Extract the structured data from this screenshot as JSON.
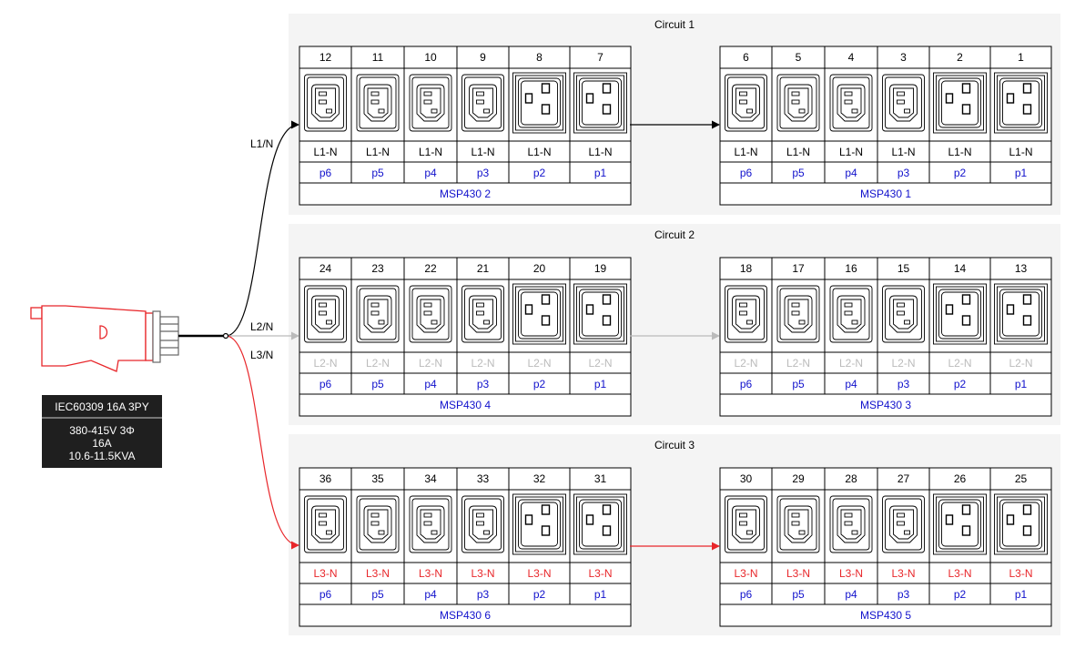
{
  "plug": {
    "title": "IEC60309 16A 3PY",
    "specs": [
      "380-415V 3Φ",
      "16A",
      "10.6-11.5KVA"
    ],
    "color": "#e8262a"
  },
  "lines": [
    {
      "label": "L1/N",
      "color": "#000000"
    },
    {
      "label": "L2/N",
      "color": "#bbbbbb"
    },
    {
      "label": "L3/N",
      "color": "#e8262a"
    }
  ],
  "port_color": "#1111cc",
  "circuits": [
    {
      "title": "Circuit 1",
      "phase_label": "L1-N",
      "phase_color": "#000000",
      "wire_color": "#000000",
      "pdus": [
        {
          "name": "MSP430 2",
          "outlets": [
            "12",
            "11",
            "10",
            "9",
            "8",
            "7"
          ],
          "ports": [
            "p6",
            "p5",
            "p4",
            "p3",
            "p2",
            "p1"
          ]
        },
        {
          "name": "MSP430 1",
          "outlets": [
            "6",
            "5",
            "4",
            "3",
            "2",
            "1"
          ],
          "ports": [
            "p6",
            "p5",
            "p4",
            "p3",
            "p2",
            "p1"
          ]
        }
      ]
    },
    {
      "title": "Circuit 2",
      "phase_label": "L2-N",
      "phase_color": "#bbbbbb",
      "wire_color": "#bbbbbb",
      "pdus": [
        {
          "name": "MSP430 4",
          "outlets": [
            "24",
            "23",
            "22",
            "21",
            "20",
            "19"
          ],
          "ports": [
            "p6",
            "p5",
            "p4",
            "p3",
            "p2",
            "p1"
          ]
        },
        {
          "name": "MSP430 3",
          "outlets": [
            "18",
            "17",
            "16",
            "15",
            "14",
            "13"
          ],
          "ports": [
            "p6",
            "p5",
            "p4",
            "p3",
            "p2",
            "p1"
          ]
        }
      ]
    },
    {
      "title": "Circuit 3",
      "phase_label": "L3-N",
      "phase_color": "#e8262a",
      "wire_color": "#e8262a",
      "pdus": [
        {
          "name": "MSP430 6",
          "outlets": [
            "36",
            "35",
            "34",
            "33",
            "32",
            "31"
          ],
          "ports": [
            "p6",
            "p5",
            "p4",
            "p3",
            "p2",
            "p1"
          ]
        },
        {
          "name": "MSP430 5",
          "outlets": [
            "30",
            "29",
            "28",
            "27",
            "26",
            "25"
          ],
          "ports": [
            "p6",
            "p5",
            "p4",
            "p3",
            "p2",
            "p1"
          ]
        }
      ]
    }
  ]
}
